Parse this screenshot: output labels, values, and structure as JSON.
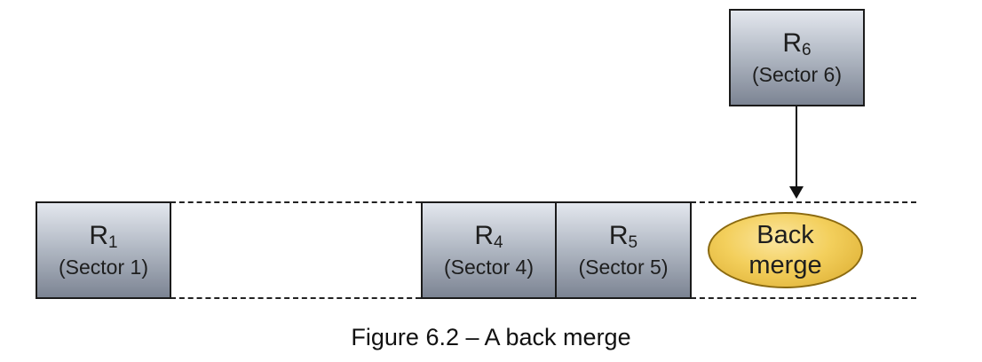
{
  "requests": [
    {
      "id": "r1",
      "label": "R",
      "sub": "1",
      "sector": "(Sector 1)"
    },
    {
      "id": "r4",
      "label": "R",
      "sub": "4",
      "sector": "(Sector 4)"
    },
    {
      "id": "r5",
      "label": "R",
      "sub": "5",
      "sector": "(Sector 5)"
    },
    {
      "id": "r6",
      "label": "R",
      "sub": "6",
      "sector": "(Sector 6)"
    }
  ],
  "merge": {
    "line1": "Back",
    "line2": "merge",
    "color": "#f3cf5c"
  },
  "caption": "Figure 6.2 – A back merge",
  "colors": {
    "box_top": "#e3e7ee",
    "box_bottom": "#7c8493",
    "border": "#1b1b1b"
  }
}
